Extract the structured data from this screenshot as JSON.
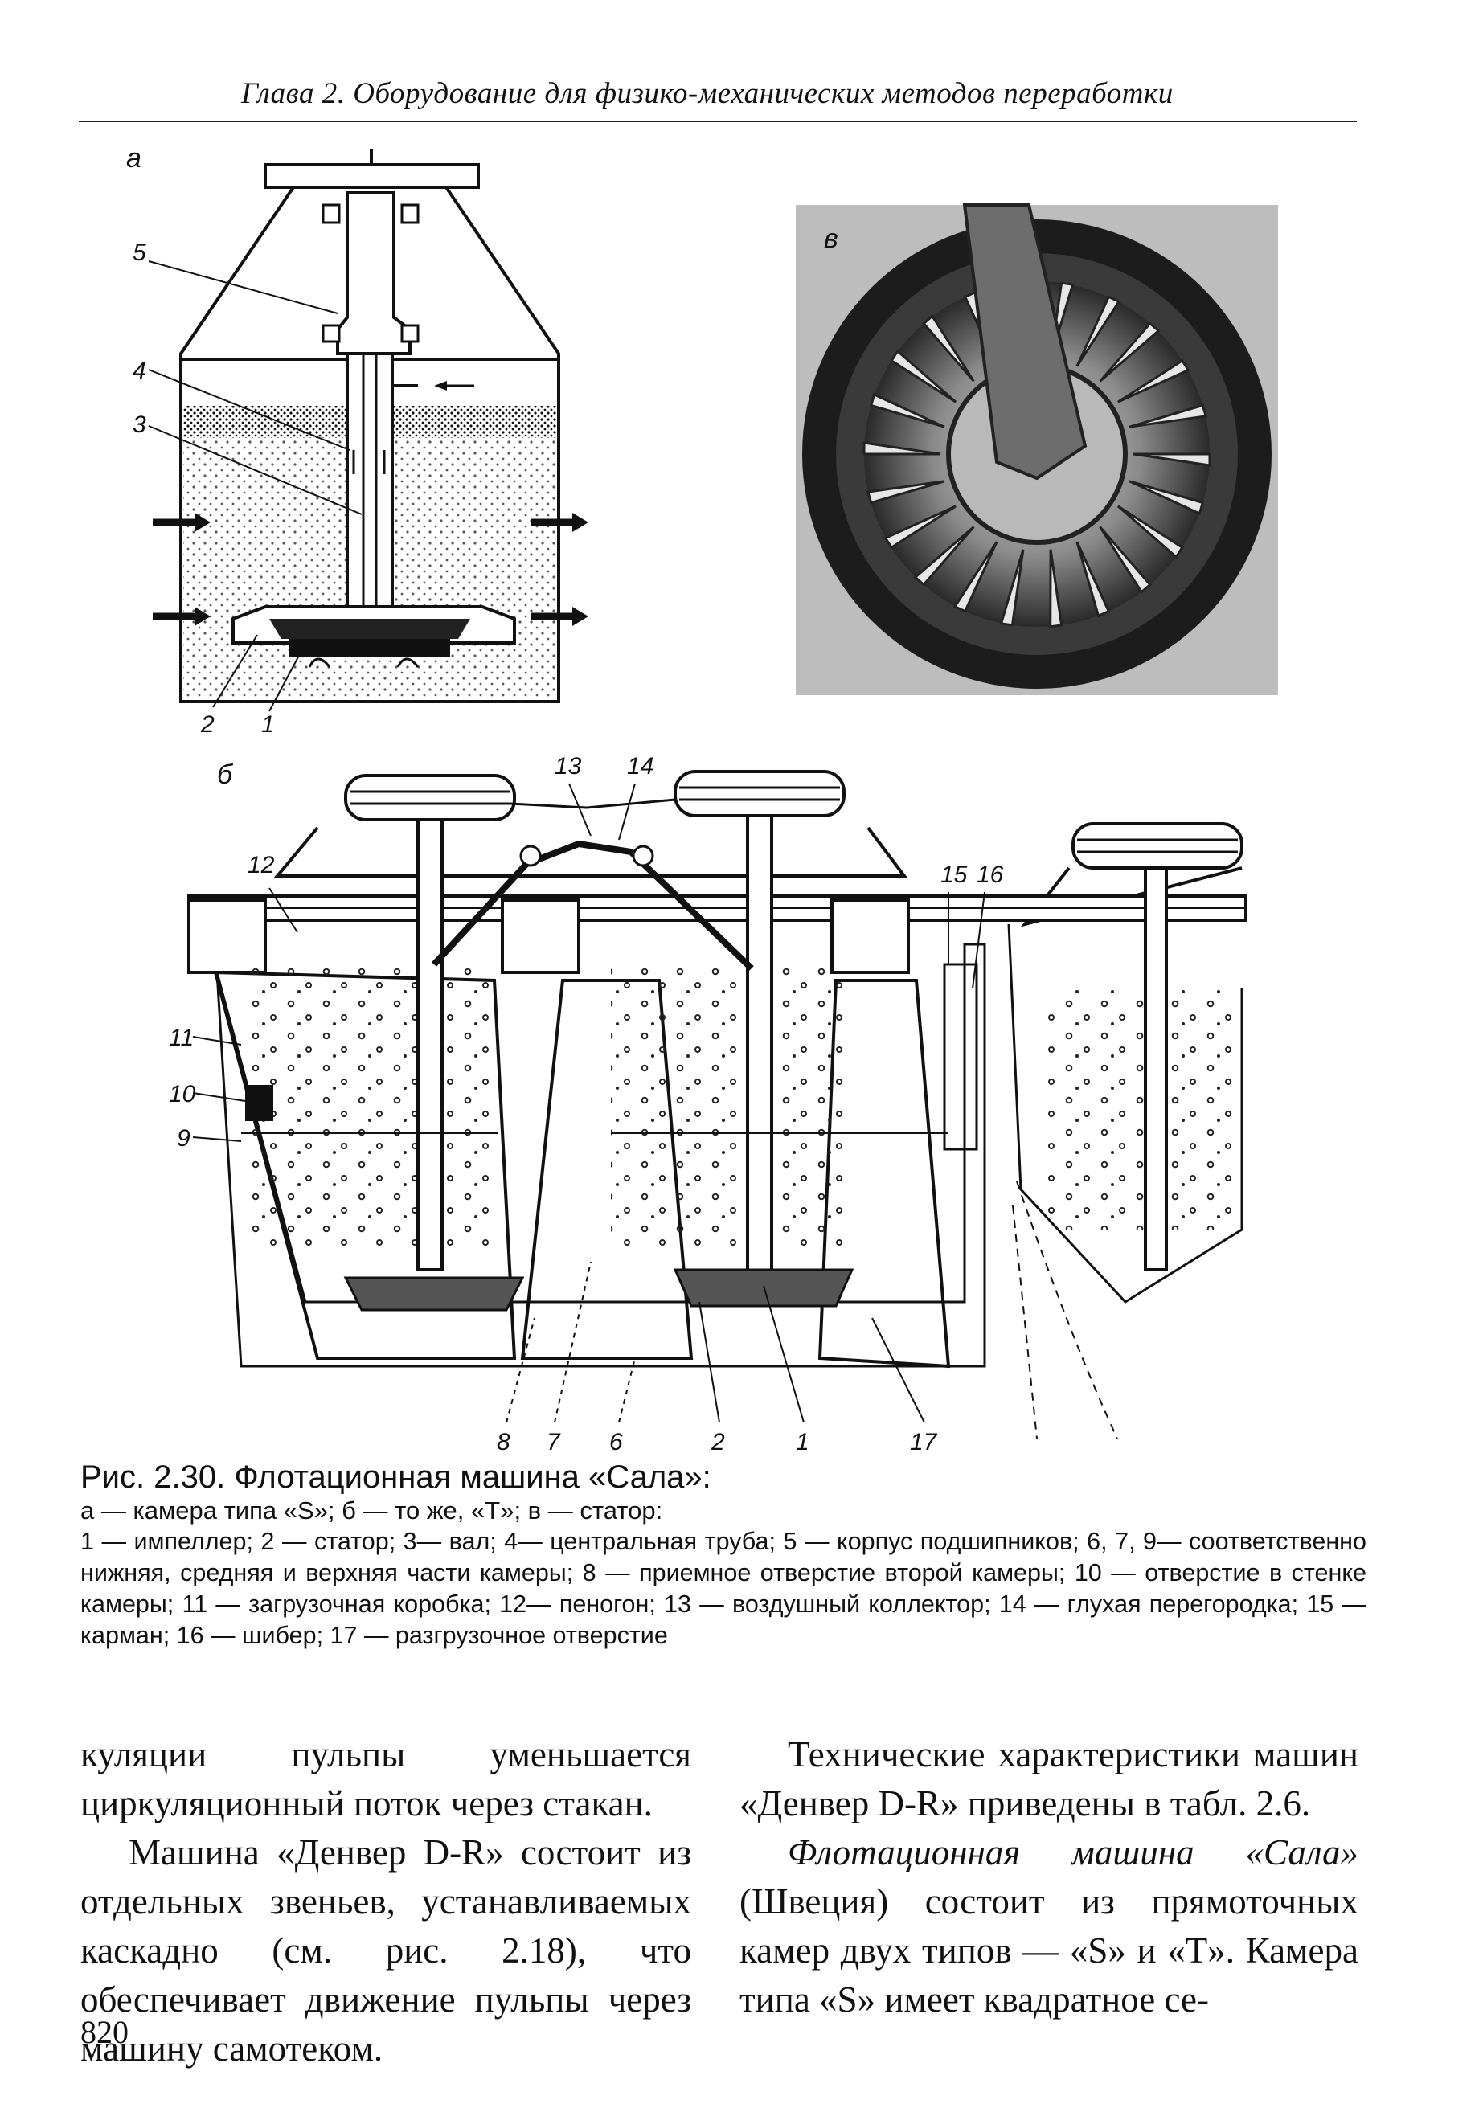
{
  "header": {
    "running_title": "Глава 2. Оборудование для физико-механических методов переработки"
  },
  "figure": {
    "panel_labels": [
      "а",
      "в",
      "б"
    ],
    "callouts_a": [
      "5",
      "4",
      "3",
      "2",
      "1"
    ],
    "callouts_b": [
      "13",
      "14",
      "12",
      "15",
      "16",
      "11",
      "10",
      "9",
      "8",
      "7",
      "6",
      "2",
      "1",
      "17"
    ],
    "caption": {
      "title": "Рис. 2.30. Флотационная машина «Сала»:",
      "subtitle": "а — камера типа «S»; б — то же, «T»; в — статор:",
      "legend": "1 — импеллер; 2 — статор; 3— вал; 4— центральная труба; 5 — корпус подшипников; 6, 7, 9— соответственно нижняя, средняя и верхняя части камеры; 8 — приемное отверстие второй камеры; 10 — отверстие в стенке камеры; 11 — загрузочная коробка; 12— пеногон; 13 — воздушный коллектор; 14 — глухая перегородка; 15 — карман; 16 — шибер; 17 — разгрузочное отверстие"
    }
  },
  "body": {
    "left_p1": "куляции пульпы уменьшается циркуляционный поток через стакан.",
    "left_p2": "Машина «Денвер D-R» состоит из отдельных звеньев, устанавливаемых каскадно (см. рис. 2.18), что обеспечивает движение пульпы через машину самотеком.",
    "right_p1": "Технические характеристики машин «Денвер D-R» приведены в табл. 2.6.",
    "right_p2_italic": "Флотационная машина «Сала»",
    "right_p2_rest": " (Швеция) состоит из прямоточных камер двух типов — «S» и «T». Камера типа «S» имеет квадратное се-"
  },
  "footer": {
    "page_number": "820"
  }
}
